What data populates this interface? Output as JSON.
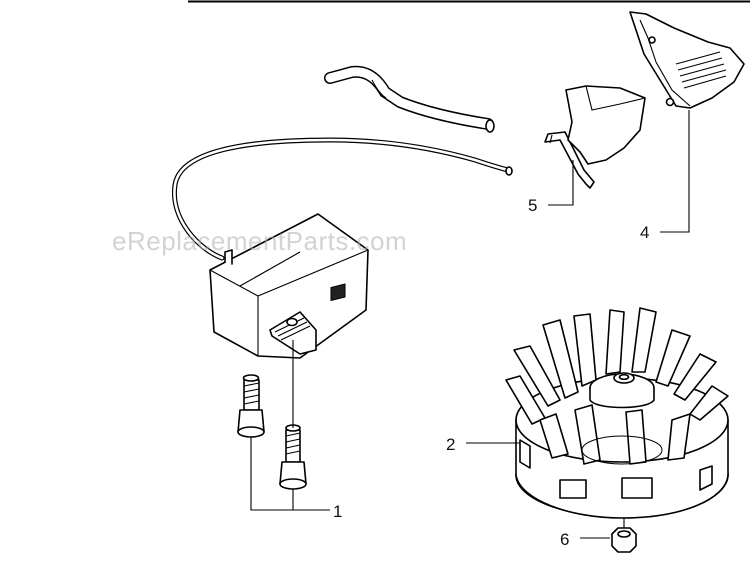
{
  "watermark": "eReplacementParts.com",
  "callouts": [
    {
      "id": "1",
      "label": "1"
    },
    {
      "id": "2",
      "label": "2"
    },
    {
      "id": "4",
      "label": "4"
    },
    {
      "id": "5",
      "label": "5"
    },
    {
      "id": "6",
      "label": "6"
    }
  ],
  "parts": [
    {
      "callout": "1",
      "name": "ignition-module-with-screws"
    },
    {
      "callout": "2",
      "name": "flywheel"
    },
    {
      "callout": "4",
      "name": "stop-switch-cover"
    },
    {
      "callout": "5",
      "name": "stop-switch-clip"
    },
    {
      "callout": "6",
      "name": "flywheel-nut"
    }
  ],
  "colors": {
    "line": "#000000",
    "background": "#ffffff",
    "watermark": "#afafaf"
  }
}
